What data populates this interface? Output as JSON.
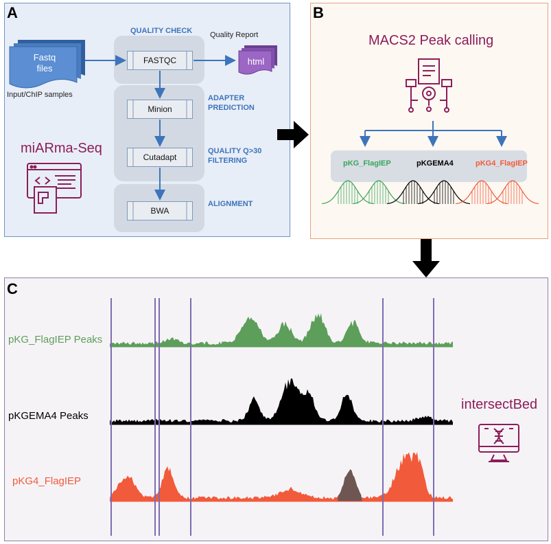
{
  "colors": {
    "panel_a_bg": "#e8eef7",
    "panel_a_border": "#6f93c6",
    "panel_b_bg": "#fdf8f2",
    "panel_b_border": "#e8a17d",
    "panel_c_bg": "#f6f3f7",
    "panel_c_border": "#8e7fa6",
    "accent_blue": "#3d74bb",
    "maroon": "#8b1d5a",
    "green": "#5d9e5a",
    "black": "#000000",
    "red": "#f15a3a",
    "brown": "#6e5653",
    "marker_purple": "#7d6cae"
  },
  "panel_a": {
    "label": "A",
    "input_file_label": "Fastq\nfiles",
    "input_caption": "Input/ChIP samples",
    "quality_report_label": "Quality Report",
    "html_label": "html",
    "tool_name": "miARma-Seq",
    "steps": [
      {
        "title": "QUALITY CHECK",
        "tool": "FASTQC"
      },
      {
        "title": "ADAPTER\nPREDICTION",
        "tool": "Minion"
      },
      {
        "title": "QUALITY Q>30\nFILTERING",
        "tool": "Cutadapt"
      },
      {
        "title": "ALIGNMENT",
        "tool": "BWA"
      }
    ]
  },
  "panel_b": {
    "label": "B",
    "title": "MACS2 Peak calling",
    "samples": [
      "pKG_FlagIEP",
      "pKGEMA4",
      "pKG4_FlagIEP"
    ]
  },
  "panel_c": {
    "label": "C",
    "tracks": [
      "pKG_FlagIEP Peaks",
      "pKGEMA4 Peaks",
      "pKG4_FlagIEP"
    ],
    "tool_name": "intersectBed"
  },
  "icons": [
    "arrow-right-icon",
    "arrow-down-icon",
    "code-window-icon",
    "document-gear-icon",
    "dna-monitor-icon"
  ]
}
